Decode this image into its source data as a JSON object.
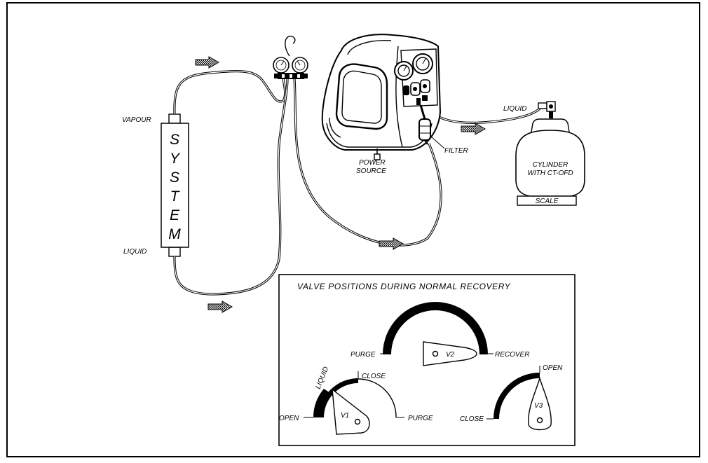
{
  "labels": {
    "vapour": "VAPOUR",
    "liquid_system": "LIQUID",
    "system_letters": [
      "S",
      "Y",
      "S",
      "T",
      "E",
      "M"
    ],
    "power_line1": "POWER",
    "power_line2": "SOURCE",
    "filter": "FILTER",
    "liquid_cylinder": "LIQUID",
    "cylinder_line1": "CYLINDER",
    "cylinder_line2": "WITH CT-OFD",
    "scale": "SCALE"
  },
  "valve_panel": {
    "title": "VALVE POSITIONS DURING NORMAL RECOVERY",
    "v2": {
      "name": "V2",
      "left": "PURGE",
      "right": "RECOVER"
    },
    "v1": {
      "name": "V1",
      "open": "OPEN",
      "liquid": "LIQUID",
      "close": "CLOSE",
      "purge": "PURGE"
    },
    "v3": {
      "name": "V3",
      "close": "CLOSE",
      "open": "OPEN"
    }
  }
}
